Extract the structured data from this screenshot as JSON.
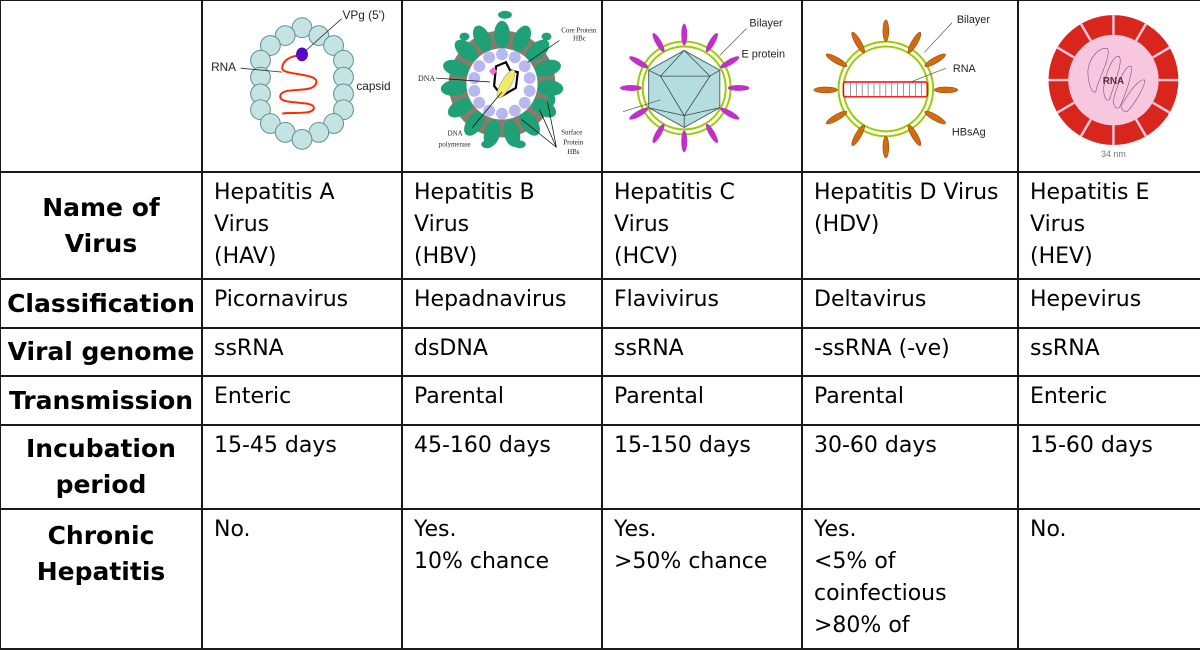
{
  "images": [
    {
      "virus": "HAV",
      "labels": {
        "vpg": "VPg (5')",
        "rna": "RNA",
        "capsid": "capsid"
      }
    },
    {
      "virus": "HBV",
      "labels": {
        "core": "Core Protein",
        "core2": "HBc",
        "dna": "DNA",
        "poly1": "DNA",
        "poly2": "polymerase",
        "surf1": "Surface",
        "surf2": "Protein",
        "surf3": "HBs"
      }
    },
    {
      "virus": "HCV",
      "labels": {
        "bilayer": "Bilayer",
        "eprotein": "E protein"
      }
    },
    {
      "virus": "HDV",
      "labels": {
        "bilayer": "Bilayer",
        "rna": "RNA",
        "hbsag": "HBsAg"
      }
    },
    {
      "virus": "HEV",
      "labels": {
        "rna": "RNA",
        "size": "34 nm"
      }
    }
  ],
  "rows": [
    {
      "header": [
        "Name of",
        "Virus"
      ],
      "cells": [
        [
          "Hepatitis A",
          "Virus",
          "(HAV)"
        ],
        [
          "Hepatitis B",
          "Virus",
          "(HBV)"
        ],
        [
          "Hepatitis C",
          "Virus",
          "(HCV)"
        ],
        [
          "Hepatitis D Virus",
          "(HDV)"
        ],
        [
          "Hepatitis E",
          "Virus",
          "(HEV)"
        ]
      ]
    },
    {
      "header": [
        "Classification"
      ],
      "cells": [
        [
          "Picornavirus"
        ],
        [
          "Hepadnavirus"
        ],
        [
          "Flavivirus"
        ],
        [
          "Deltavirus"
        ],
        [
          "Hepevirus"
        ]
      ]
    },
    {
      "header": [
        "Viral genome"
      ],
      "cells": [
        [
          "ssRNA"
        ],
        [
          "dsDNA"
        ],
        [
          "ssRNA"
        ],
        [
          "-ssRNA (-ve)"
        ],
        [
          "ssRNA"
        ]
      ]
    },
    {
      "header": [
        "Transmission"
      ],
      "cells": [
        [
          "Enteric"
        ],
        [
          "Parental"
        ],
        [
          "Parental"
        ],
        [
          "Parental"
        ],
        [
          "Enteric"
        ]
      ]
    },
    {
      "header": [
        "Incubation",
        "period"
      ],
      "cells": [
        [
          "15-45 days"
        ],
        [
          "45-160 days"
        ],
        [
          "15-150 days"
        ],
        [
          "30-60 days"
        ],
        [
          "15-60 days"
        ]
      ]
    },
    {
      "header": [
        "Chronic",
        "Hepatitis"
      ],
      "cells": [
        [
          "No."
        ],
        [
          "Yes.",
          "10% chance"
        ],
        [
          "Yes.",
          ">50% chance"
        ],
        [
          "Yes.",
          "<5% of",
          "coinfectious",
          ">80% of"
        ],
        [
          "No."
        ]
      ]
    }
  ],
  "colors": {
    "border": "#1a1a1a",
    "hav_capsid": "#c5e3e3",
    "hav_rna": "#ff2a00",
    "hav_vpg": "#5a00c8",
    "hbv_surface": "#1fa077",
    "hbv_core": "#b8b8f0",
    "hbv_polymerase": "#f5e96a",
    "hcv_capsid": "#b5dde0",
    "hcv_bilayer": "#9acd00",
    "hcv_protein": "#c030c8",
    "hdv_bilayer": "#9acd00",
    "hdv_spike": "#d46a10",
    "hdv_rna": "#ff0000",
    "hev_shell": "#d9261c",
    "hev_core": "#f7c7e0"
  }
}
